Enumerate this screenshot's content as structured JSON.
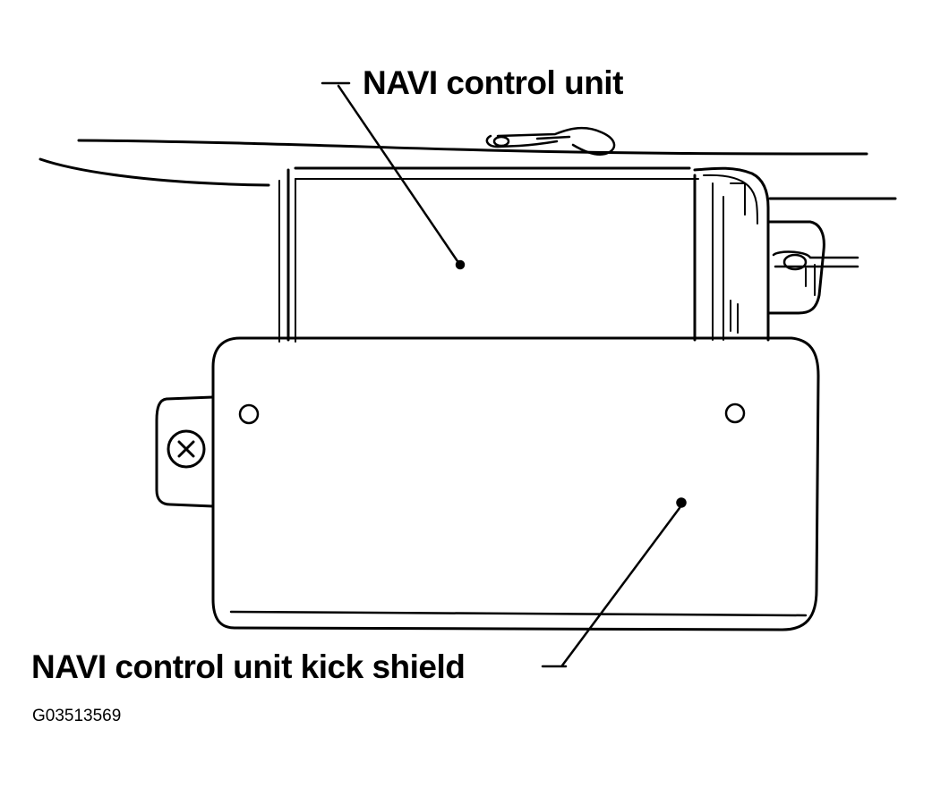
{
  "callouts": {
    "control_unit": "NAVI control unit",
    "kick_shield": "NAVI control unit kick shield"
  },
  "figure_id": "G03513569",
  "colors": {
    "ink": "#000000",
    "paper": "#ffffff"
  }
}
